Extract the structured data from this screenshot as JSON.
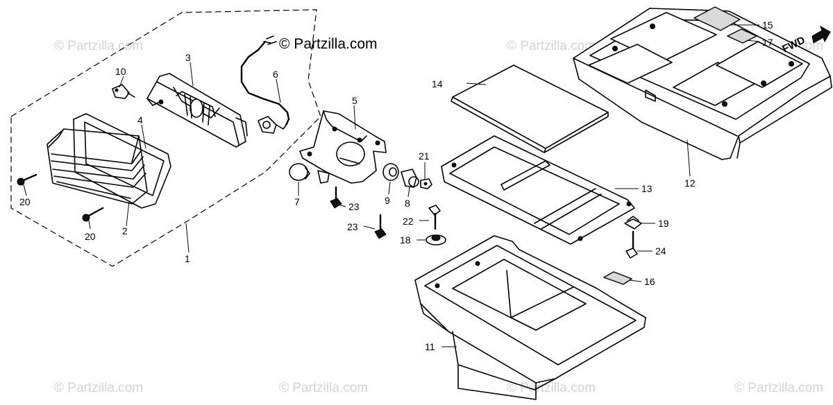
{
  "watermarks": {
    "main": "© Partzilla.com",
    "faint": [
      "© Partzilla.com",
      "© Partzilla.com",
      "© Partzilla.com",
      "© Partzilla.com",
      "© Partzilla.com",
      "© Partzilla.com",
      "© Partzilla.com"
    ]
  },
  "direction": "FWD",
  "callouts": {
    "c1": "1",
    "c2": "2",
    "c3": "3",
    "c4": "4",
    "c5": "5",
    "c6": "6",
    "c7": "7",
    "c8": "8",
    "c9": "9",
    "c10": "10",
    "c11": "11",
    "c12": "12",
    "c13": "13",
    "c14": "14",
    "c15": "15",
    "c16": "16",
    "c17": "17",
    "c18": "18",
    "c19": "19",
    "c20a": "20",
    "c20b": "20",
    "c21": "21",
    "c22": "22",
    "c23a": "23",
    "c23b": "23",
    "c24": "24"
  }
}
